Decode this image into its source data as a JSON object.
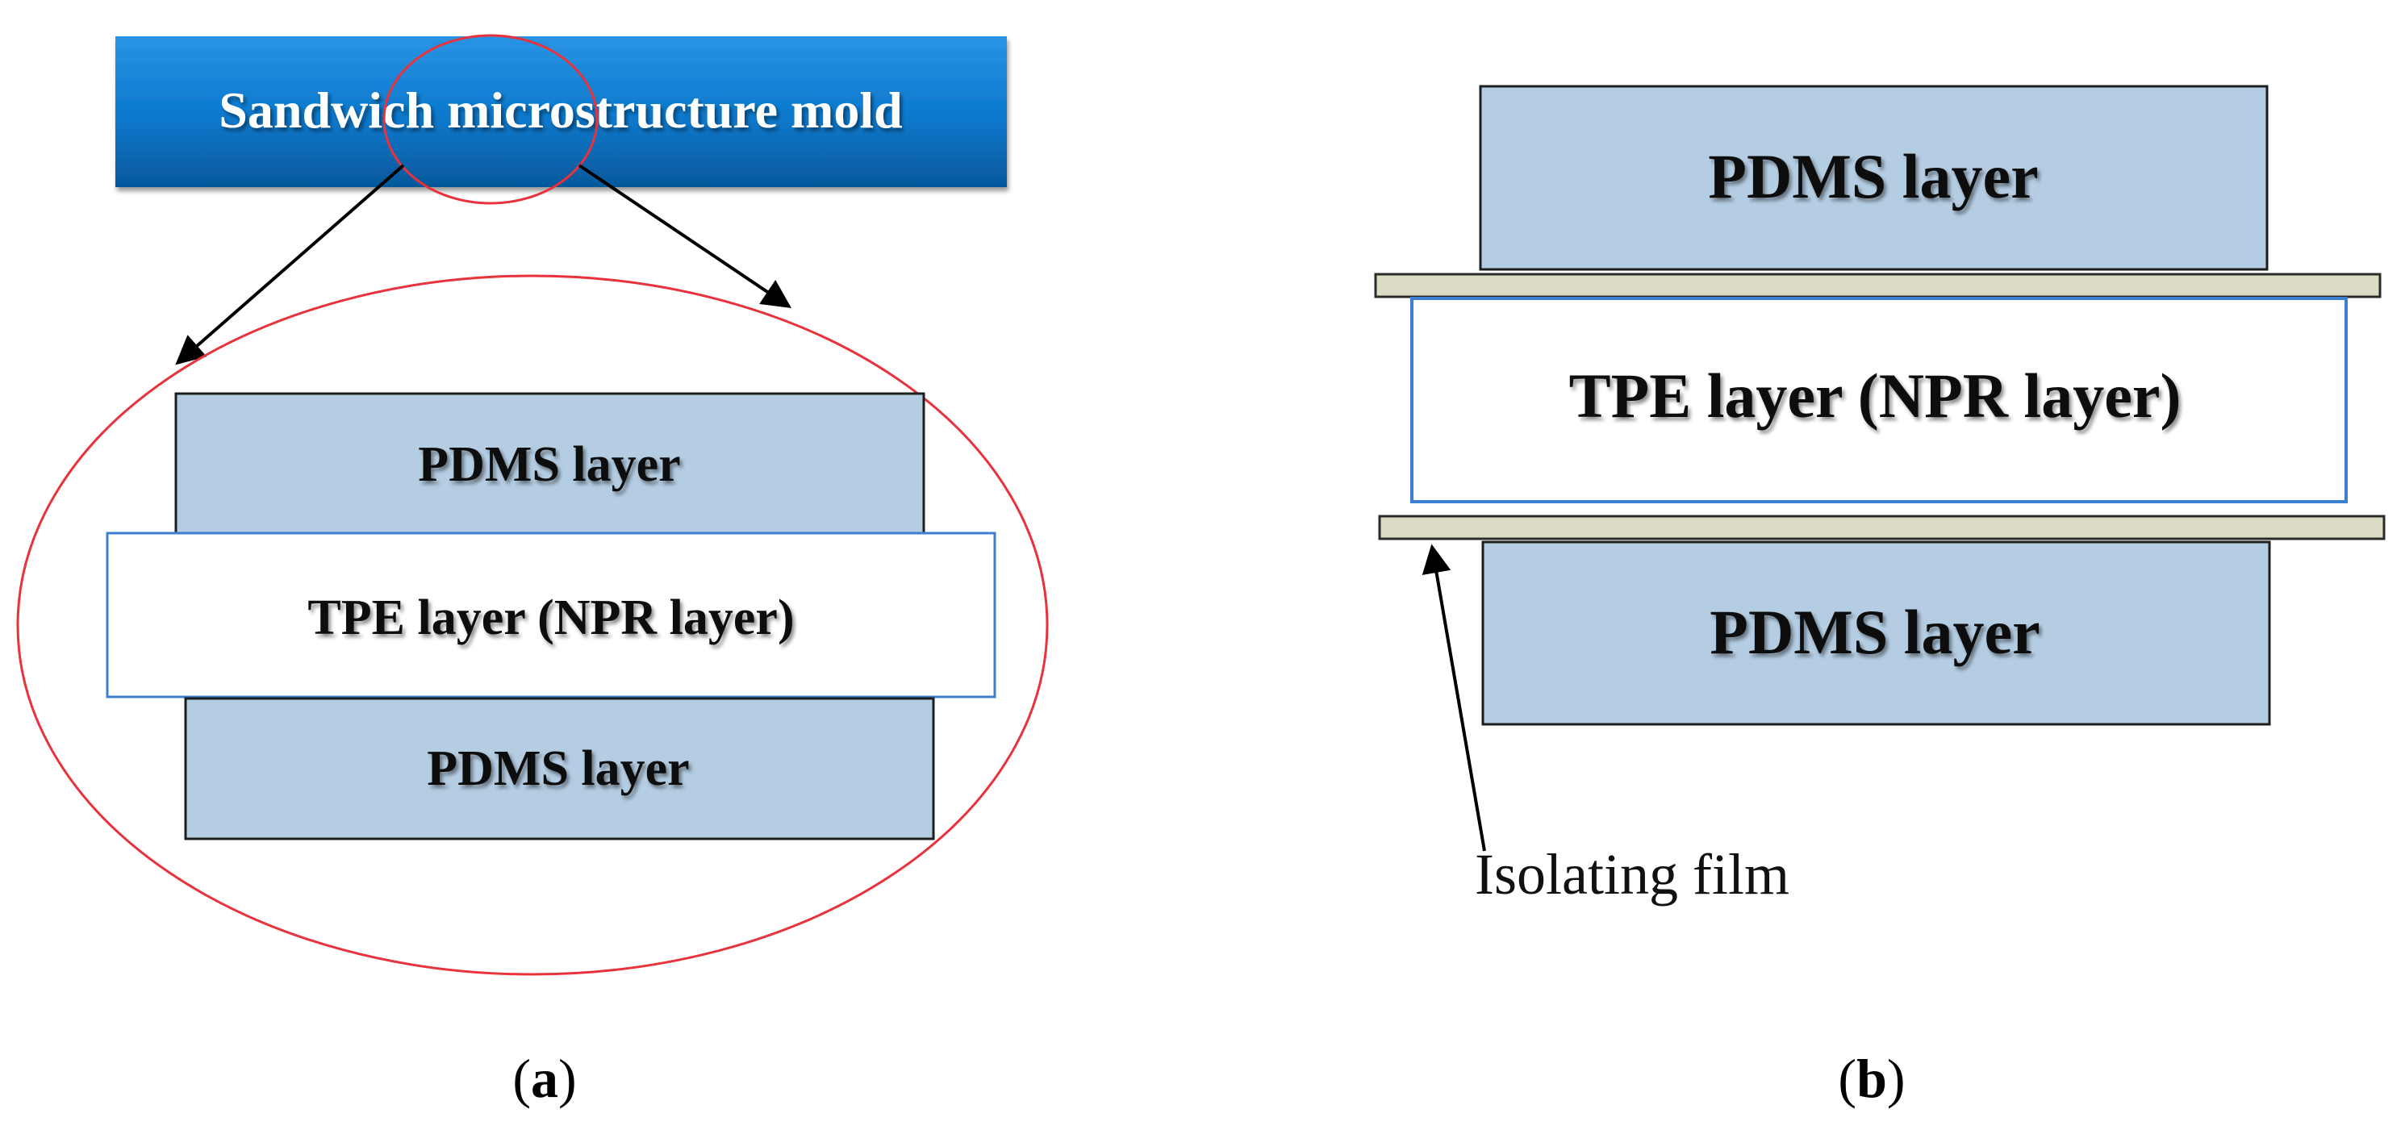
{
  "panel_a": {
    "mold_title": "Sandwich microstructure mold",
    "top_layer": "PDMS layer",
    "middle_layer": "TPE layer (NPR layer)",
    "bottom_layer": "PDMS layer",
    "caption_open": "(",
    "caption_letter": "a",
    "caption_close": ")"
  },
  "panel_b": {
    "top_layer": "PDMS layer",
    "middle_layer": "TPE layer (NPR layer)",
    "bottom_layer": "PDMS layer",
    "film_label": "Isolating film",
    "caption_open": "(",
    "caption_letter": "b",
    "caption_close": ")"
  },
  "colors": {
    "mold_blue": "#0a78cc",
    "pdms_fill": "#b4cde3",
    "tpe_border": "#3d7fd0",
    "film_fill": "#dcdcc4",
    "highlight_ellipse": "#e8323c"
  }
}
